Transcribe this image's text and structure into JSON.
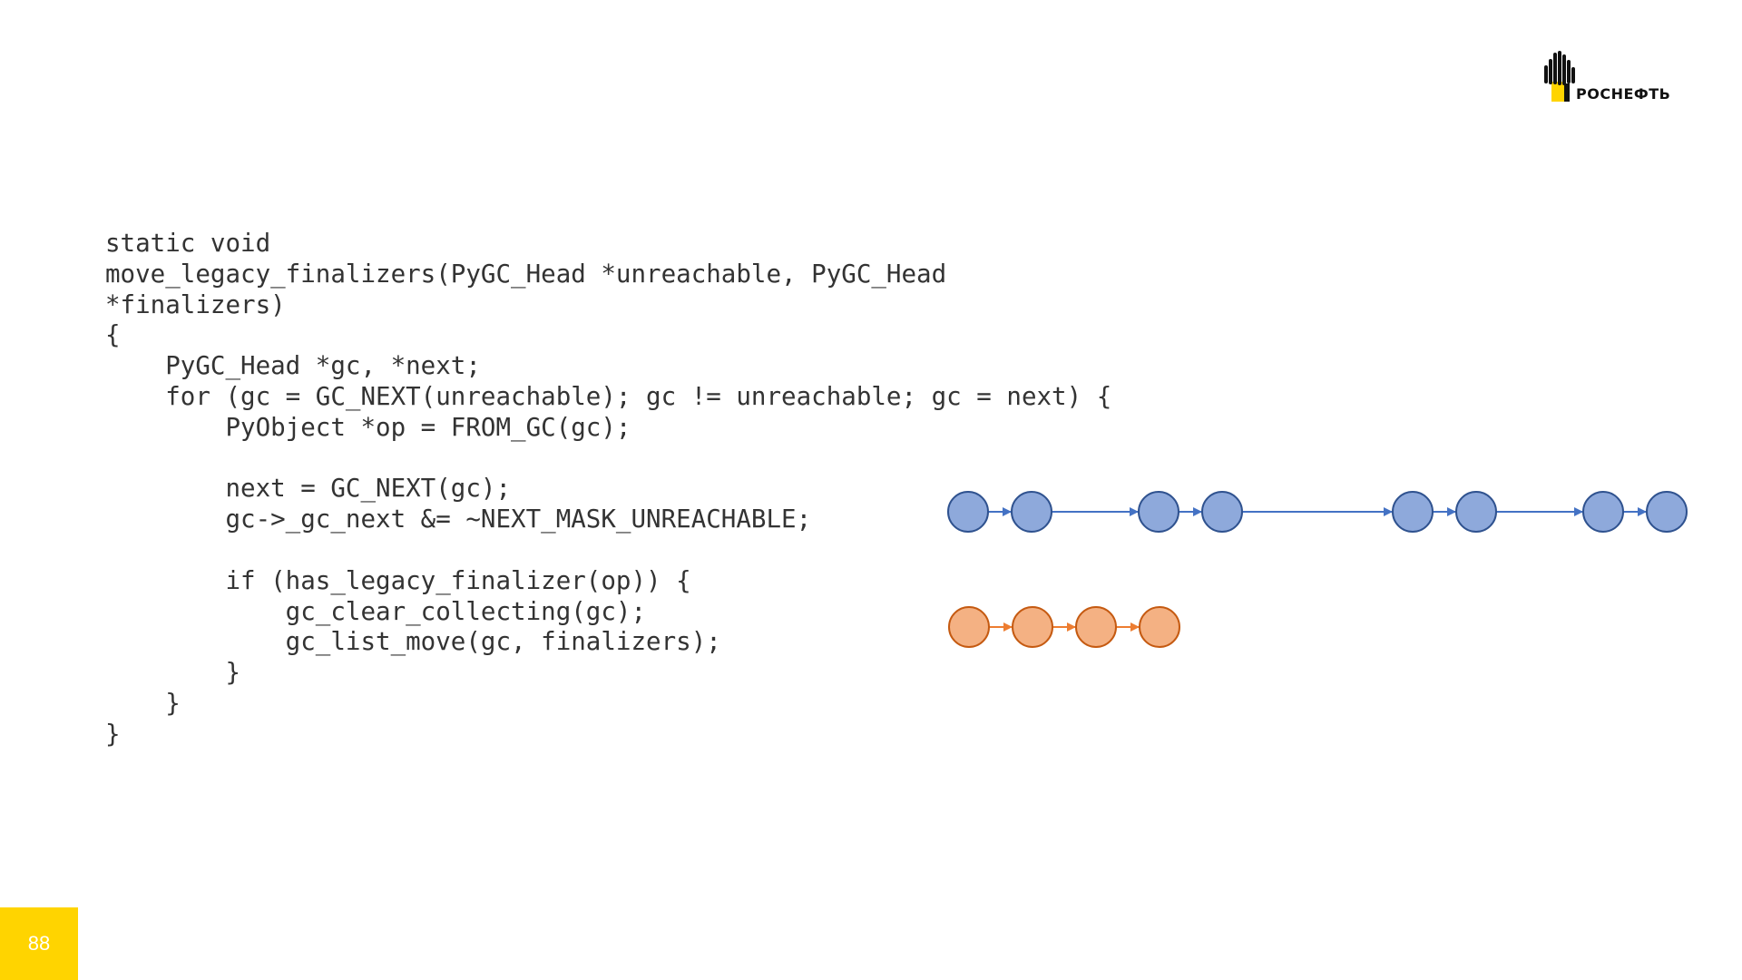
{
  "logo": {
    "wordmark": "РОСНЕФТЬ",
    "emblem_color": "#111111",
    "accent_color": "#FFD400"
  },
  "code": {
    "lines": [
      "static void",
      "move_legacy_finalizers(PyGC_Head *unreachable, PyGC_Head",
      "*finalizers)",
      "{",
      "    PyGC_Head *gc, *next;",
      "    for (gc = GC_NEXT(unreachable); gc != unreachable; gc = next) {",
      "        PyObject *op = FROM_GC(gc);",
      "",
      "        next = GC_NEXT(gc);",
      "        gc->_gc_next &= ~NEXT_MASK_UNREACHABLE;",
      "",
      "        if (has_legacy_finalizer(op)) {",
      "            gc_clear_collecting(gc);",
      "            gc_list_move(gc, finalizers);",
      "        }",
      "    }",
      "}"
    ]
  },
  "diagram": {
    "unreachable_list": {
      "node_count": 8,
      "fill": "#8EA9DB",
      "stroke": "#2F528F",
      "arrow": "#4472C4"
    },
    "finalizers_list": {
      "node_count": 4,
      "fill": "#F4B183",
      "stroke": "#C55A11",
      "arrow": "#ED7D31"
    }
  },
  "page": {
    "number": "88",
    "badge_color": "#FFD400"
  }
}
